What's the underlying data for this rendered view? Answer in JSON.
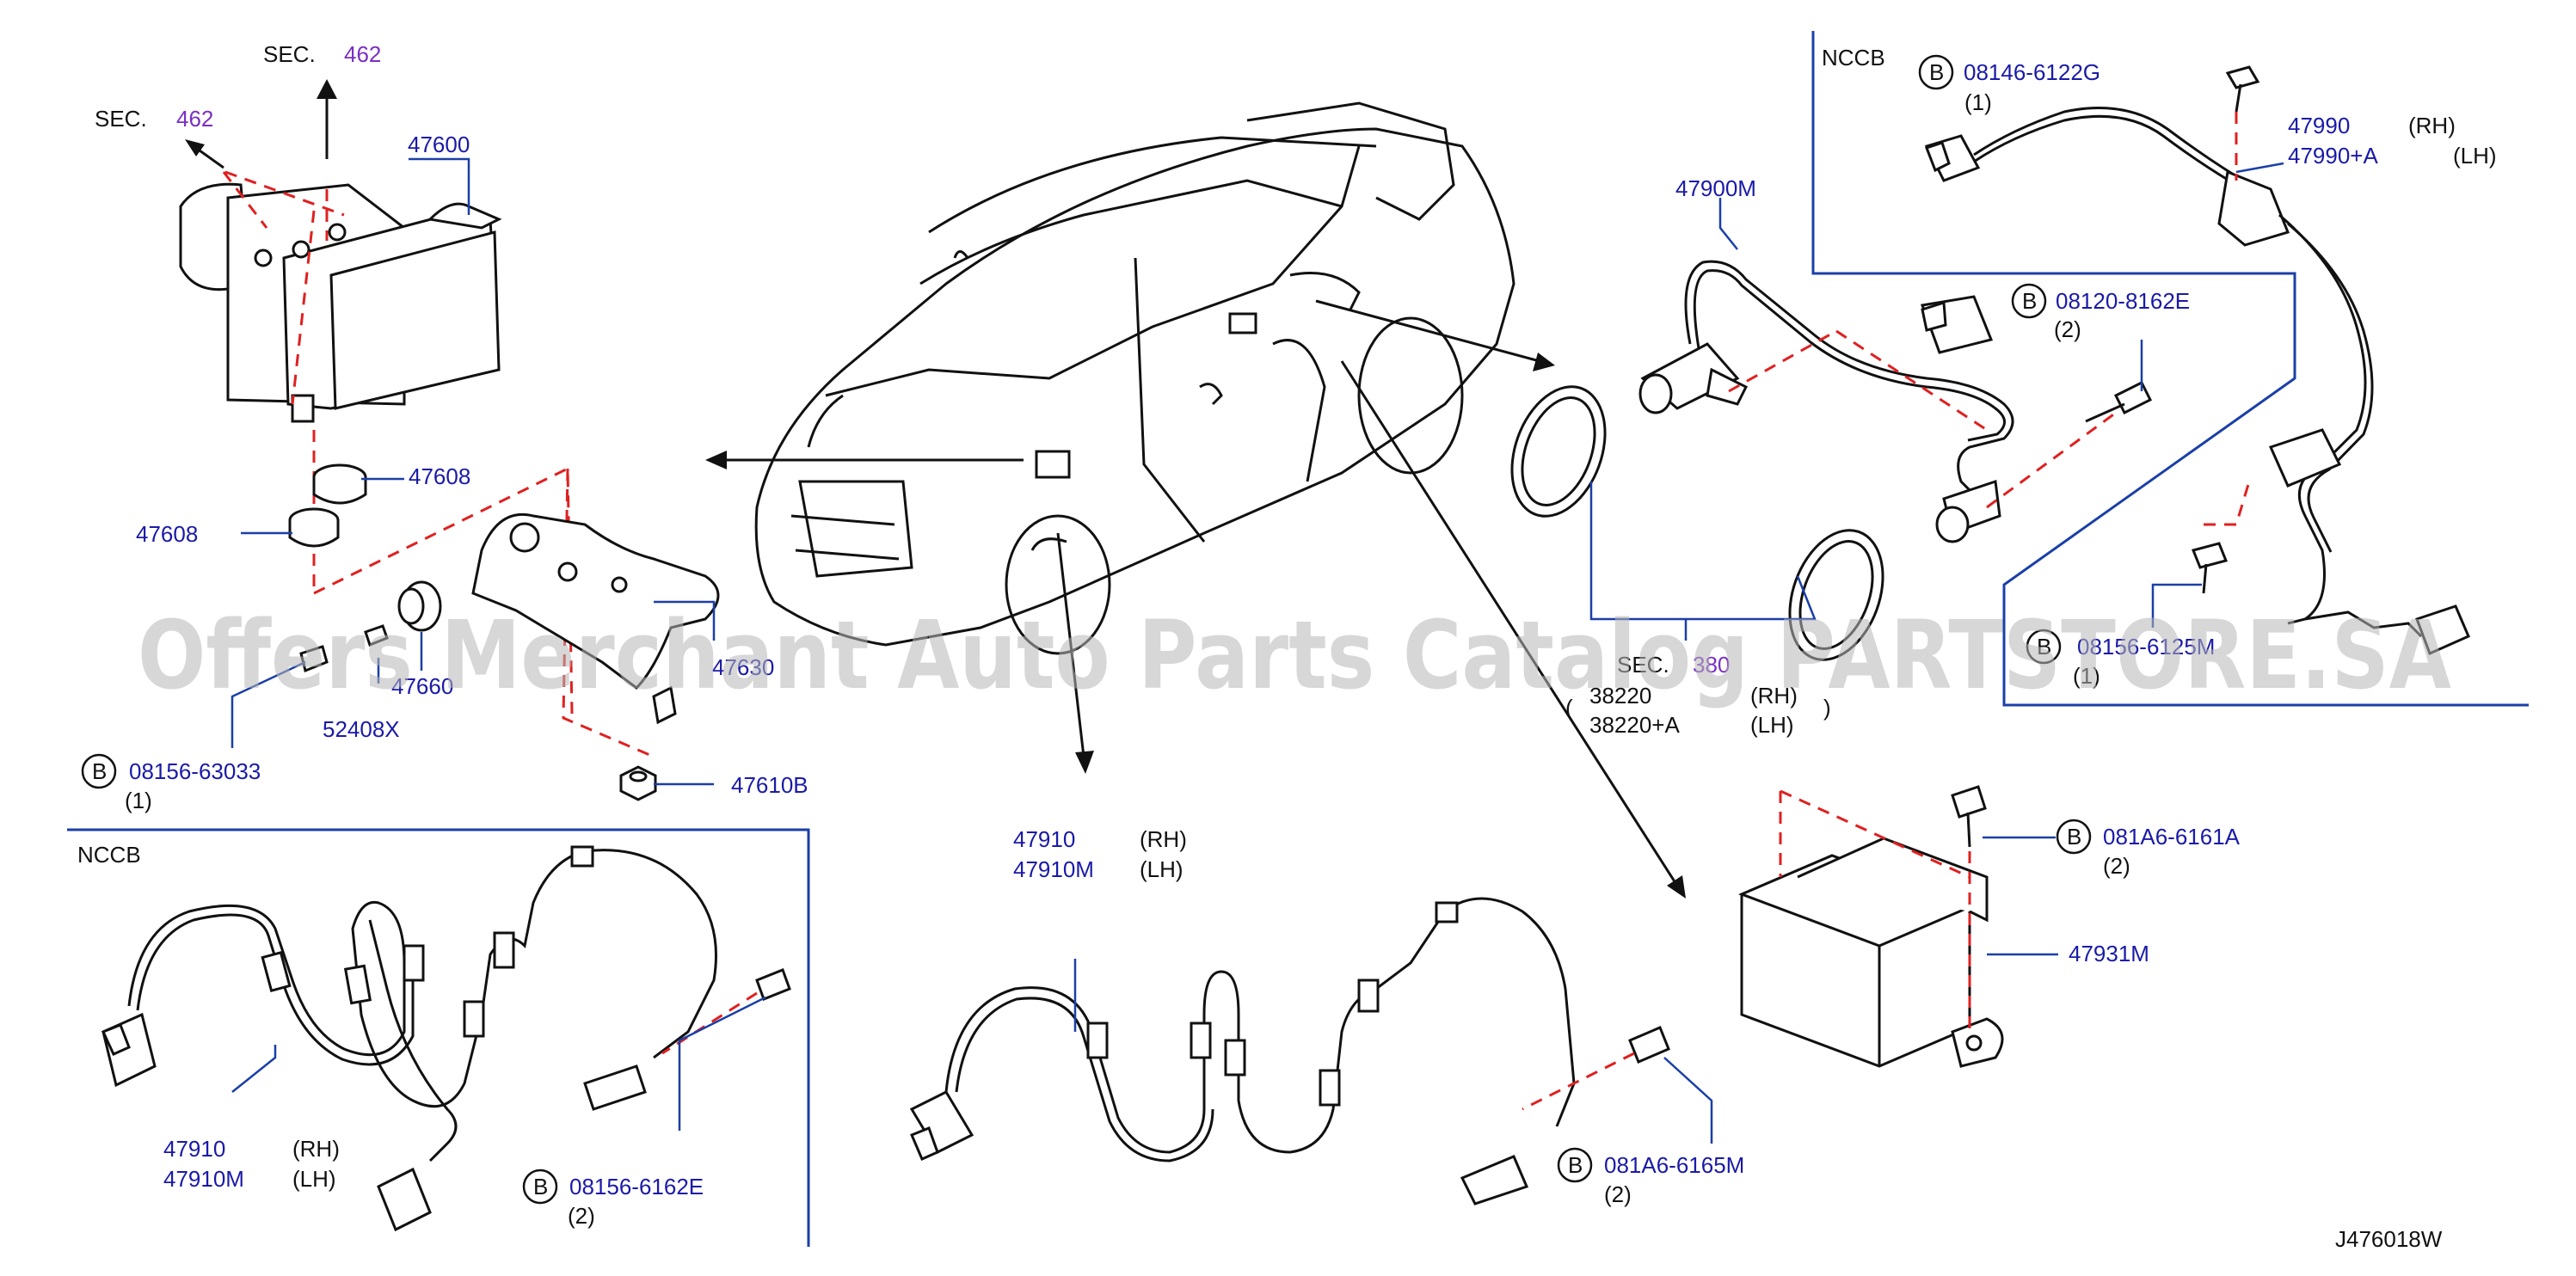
{
  "colors": {
    "label": "#1a1aa8",
    "leader": "#1a3fa8",
    "dash": "#e02020",
    "section": "#7a2fc4",
    "line": "#111111"
  },
  "drawing_id": "J476018W",
  "watermark": "Offers Merchant Auto Parts Catalog PARTSTORE.SA",
  "sections": {
    "sec1": {
      "prefix": "SEC.",
      "num": "462"
    },
    "sec2": {
      "prefix": "SEC.",
      "num": "462"
    },
    "sec3": {
      "prefix": "SEC.",
      "num": "380"
    }
  },
  "variant_labels": {
    "rh": "(RH)",
    "lh": "(LH)"
  },
  "nccb_label": "NCCB",
  "bolt_symbol": "B",
  "parts": {
    "p47600": "47600",
    "p47608a": "47608",
    "p47608b": "47608",
    "p47660": "47660",
    "p47630": "47630",
    "p52408x": "52408X",
    "p08156_63033": "08156-63033",
    "q08156_63033": "(1)",
    "p47610b": "47610B",
    "p47900m": "47900M",
    "p08120_8162e": "08120-8162E",
    "q08120_8162e": "(2)",
    "p38220": "38220",
    "p38220a": "38220+A",
    "p08146_6122g": "08146-6122G",
    "q08146_6122g": "(1)",
    "p47990": "47990",
    "p47990a": "47990+A",
    "p08156_6125m": "08156-6125M",
    "q08156_6125m": "(1)",
    "p47910c": "47910",
    "p47910mc": "47910M",
    "p47910l": "47910",
    "p47910ml": "47910M",
    "p08156_6162e": "08156-6162E",
    "q08156_6162e": "(2)",
    "p081a6_6165m": "081A6-6165M",
    "q081a6_6165m": "(2)",
    "p081a6_6161a": "081A6-6161A",
    "q081a6_6161a": "(2)",
    "p47931m": "47931M"
  }
}
